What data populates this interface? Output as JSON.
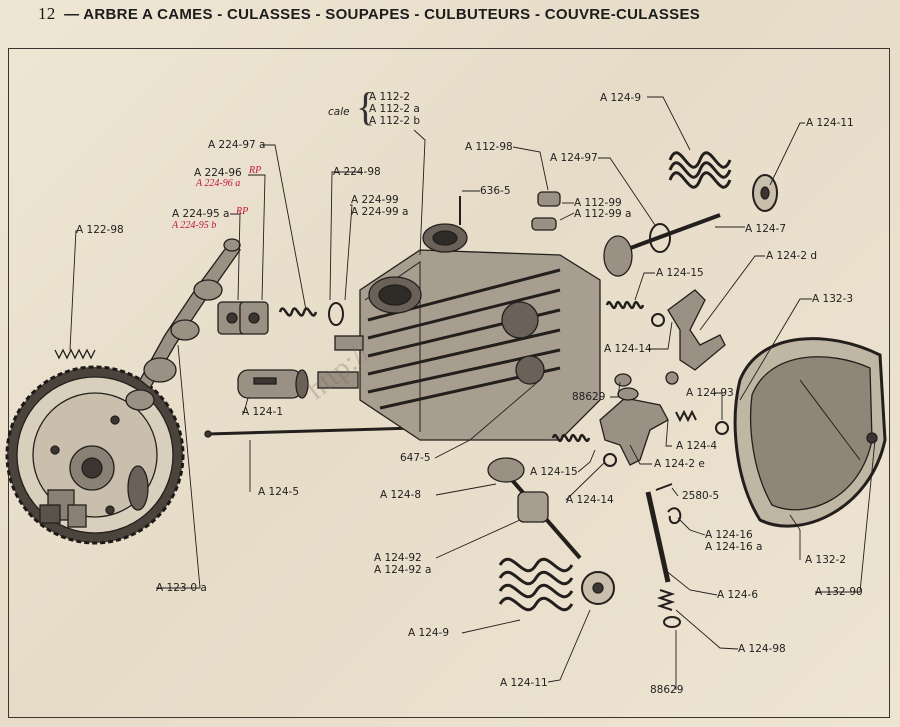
{
  "header": {
    "page_number": "12",
    "title": "— ARBRE A CAMES - CULASSES - SOUPAPES - CULBUTEURS - COUVRE-CULASSES"
  },
  "watermark": "http://",
  "labels": {
    "cale": "cale",
    "a112_2": "A 112-2",
    "a112_2a": "A 112-2 a",
    "a112_2b": "A 112-2 b",
    "a124_9_top": "A 124-9",
    "a124_11_top": "A 124-11",
    "a112_98": "A 112-98",
    "a124_97": "A 124-97",
    "n636_5": "636-5",
    "a112_99": "A 112-99",
    "a112_99a": "A 112-99 a",
    "a124_7": "A 124-7",
    "a224_97a": "A 224-97 a",
    "a224_98": "A 224-98",
    "a224_96": "A 224-96",
    "rp1": "RP",
    "a224_96a_hand": "A 224-96 a",
    "a224_99": "A 224-99",
    "a224_99a": "A 224-99 a",
    "a224_95a": "A 224-95 a",
    "rp2": "RP",
    "a224_95b_hand": "A 224-95 b",
    "a122_98": "A 122-98",
    "a124_2d": "A 124-2 d",
    "a124_15_top": "A 124-15",
    "a132_3": "A 132-3",
    "a124_14_top": "A 124-14",
    "a124_1": "A 124-1",
    "n88629_mid": "88629",
    "a124_93": "A 124-93",
    "a124_4": "A 124-4",
    "n647_5": "647-5",
    "a124_2e": "A 124-2 e",
    "a124_15_bot": "A 124-15",
    "a124_5": "A 124-5",
    "a124_8": "A 124-8",
    "a124_14_bot": "A 124-14",
    "n2580_5": "2580-5",
    "a124_16": "A 124-16",
    "a124_16a": "A 124-16 a",
    "a132_2": "A 132-2",
    "a124_92": "A 124-92",
    "a124_92a": "A 124-92 a",
    "a123_0a": "A 123-0 a",
    "a124_6": "A 124-6",
    "a132_90": "A 132-90",
    "a124_9_bot": "A 124-9",
    "a124_98": "A 124-98",
    "a124_11_bot": "A 124-11",
    "n88629_bot": "88629"
  }
}
